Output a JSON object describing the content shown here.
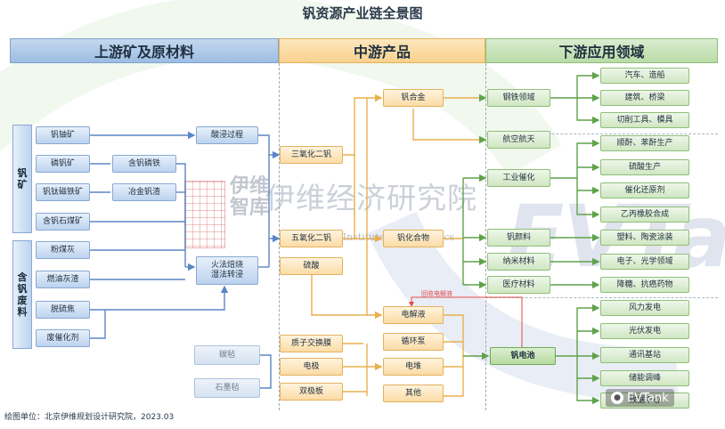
{
  "title": "钒资源产业链全景图",
  "headers": {
    "upstream": "上游矿及原材料",
    "midstream": "中游产品",
    "downstream": "下游应用领域"
  },
  "side_labels": {
    "vanadium_ore": "钒矿",
    "vanadium_waste": "含钒废料"
  },
  "upstream": {
    "ores": [
      "钒铀矿",
      "磷钒矿",
      "钒钛磁铁矿",
      "含钒石煤矿"
    ],
    "wastes": [
      "粉煤灰",
      "燃油灰渣",
      "脱硫焦",
      "废催化剂"
    ],
    "intermediate": [
      "含钒磷铁",
      "冶金钒渣"
    ],
    "processes": [
      "酸浸过程",
      "火法焙烧\n湿法转浸"
    ],
    "carbon_materials": [
      "碳毡",
      "石墨毡"
    ]
  },
  "midstream": {
    "compounds": [
      "三氧化二钒",
      "五氧化二钒",
      "硫酸"
    ],
    "products": [
      "钒合金",
      "钒化合物"
    ],
    "battery_materials": [
      "质子交换膜",
      "电极",
      "双极板"
    ],
    "battery_parts": [
      "电解液",
      "循环泵",
      "电堆",
      "其他"
    ],
    "recycle_label": "回收电解液"
  },
  "downstream": {
    "steel_sector": "钢铁领域",
    "steel_uses": [
      "汽车、造船",
      "建筑、桥梁",
      "切削工具、模具"
    ],
    "aerospace": "航空航天",
    "catalysis": "工业催化",
    "catalysis_uses": [
      "顺酐、苯酐生产",
      "硫酸生产",
      "催化还原剂",
      "乙丙橡胶合成"
    ],
    "pigment": "钒颜料",
    "nano": "纳米材料",
    "medical": "医疗材料",
    "pigment_use": "塑料、陶瓷涂装",
    "nano_use": "电子、光学领域",
    "medical_use": "降糖、抗癌药物",
    "battery": "钒电池",
    "battery_uses": [
      "风力发电",
      "光伏发电",
      "通讯基站",
      "储能调峰",
      "数据中心"
    ]
  },
  "watermark": {
    "cn_name": "伊维经济研究院",
    "en_name": "China YiWei Institute of Economics",
    "mark": "伊维\n智库",
    "brand": "EVTank"
  },
  "footer": "绘图单位：北京伊维规划设计研究院，2023.03",
  "badge": "EVTank",
  "colors": {
    "upstream": "#9dbde3",
    "midstream": "#f8d18d",
    "downstream": "#b9dca7",
    "wire_blue": "#5b86c5",
    "wire_orange": "#e8b04c",
    "wire_green": "#5fa24a",
    "recycle": "#e24b4b"
  }
}
